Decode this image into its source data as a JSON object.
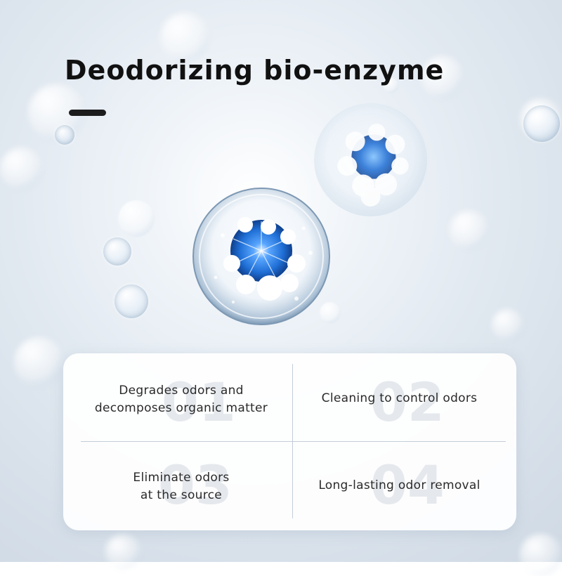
{
  "header": {
    "title": "Deodorizing bio-enzyme"
  },
  "features": [
    {
      "number": "01",
      "lines": [
        "Degrades odors and",
        "decomposes organic matter"
      ]
    },
    {
      "number": "02",
      "lines": [
        "Cleaning to control odors"
      ]
    },
    {
      "number": "03",
      "lines": [
        "Eliminate odors",
        "at the source"
      ]
    },
    {
      "number": "04",
      "lines": [
        "Long-lasting odor removal"
      ]
    }
  ],
  "colors": {
    "title": "#111111",
    "enzyme_blue": "#1f6fd6",
    "panel": "#ffffff"
  },
  "icons": {
    "main_sphere": "enzyme-sphere-icon",
    "secondary_sphere": "enzyme-sphere-icon"
  }
}
